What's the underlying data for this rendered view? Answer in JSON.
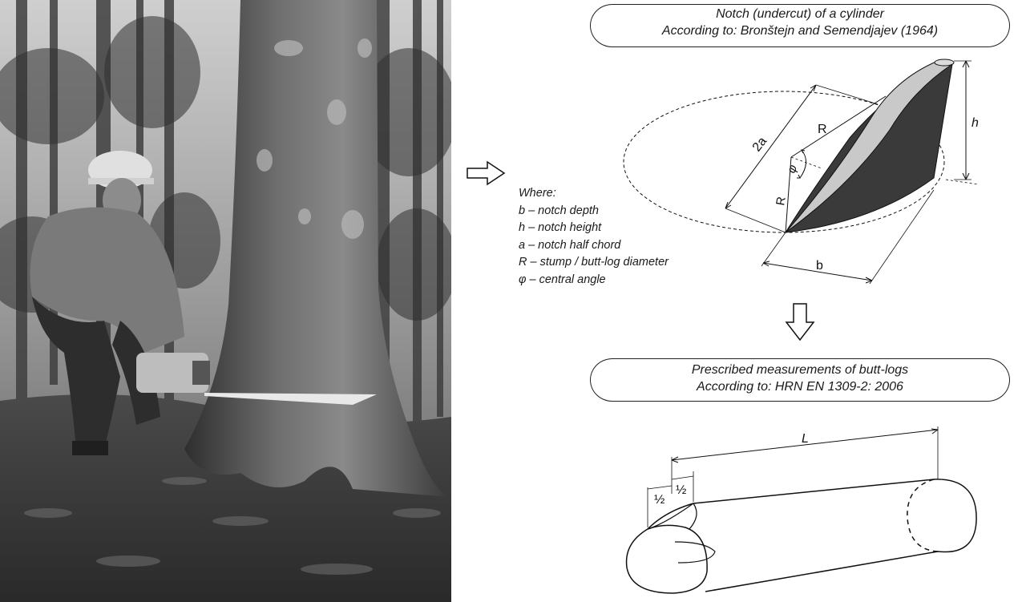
{
  "notch_title": {
    "line1": "Notch (undercut) of a cylinder",
    "line2": "According to: Bronštejn and Semendjajev (1964)"
  },
  "butt_title": {
    "line1": "Prescribed measurements of butt-logs",
    "line2": "According to: HRN EN 1309-2: 2006"
  },
  "legend": {
    "heading": "Where:",
    "items": [
      "b – notch depth",
      "h – notch height",
      "a – notch half chord",
      "R – stump / butt-log diameter",
      "φ – central angle"
    ]
  },
  "notch_labels": {
    "two_a": "2a",
    "R_top": "R",
    "R_left": "R",
    "phi": "φ",
    "h": "h",
    "b": "b"
  },
  "butt_labels": {
    "L": "L",
    "half_1": "½",
    "half_2": "½"
  }
}
